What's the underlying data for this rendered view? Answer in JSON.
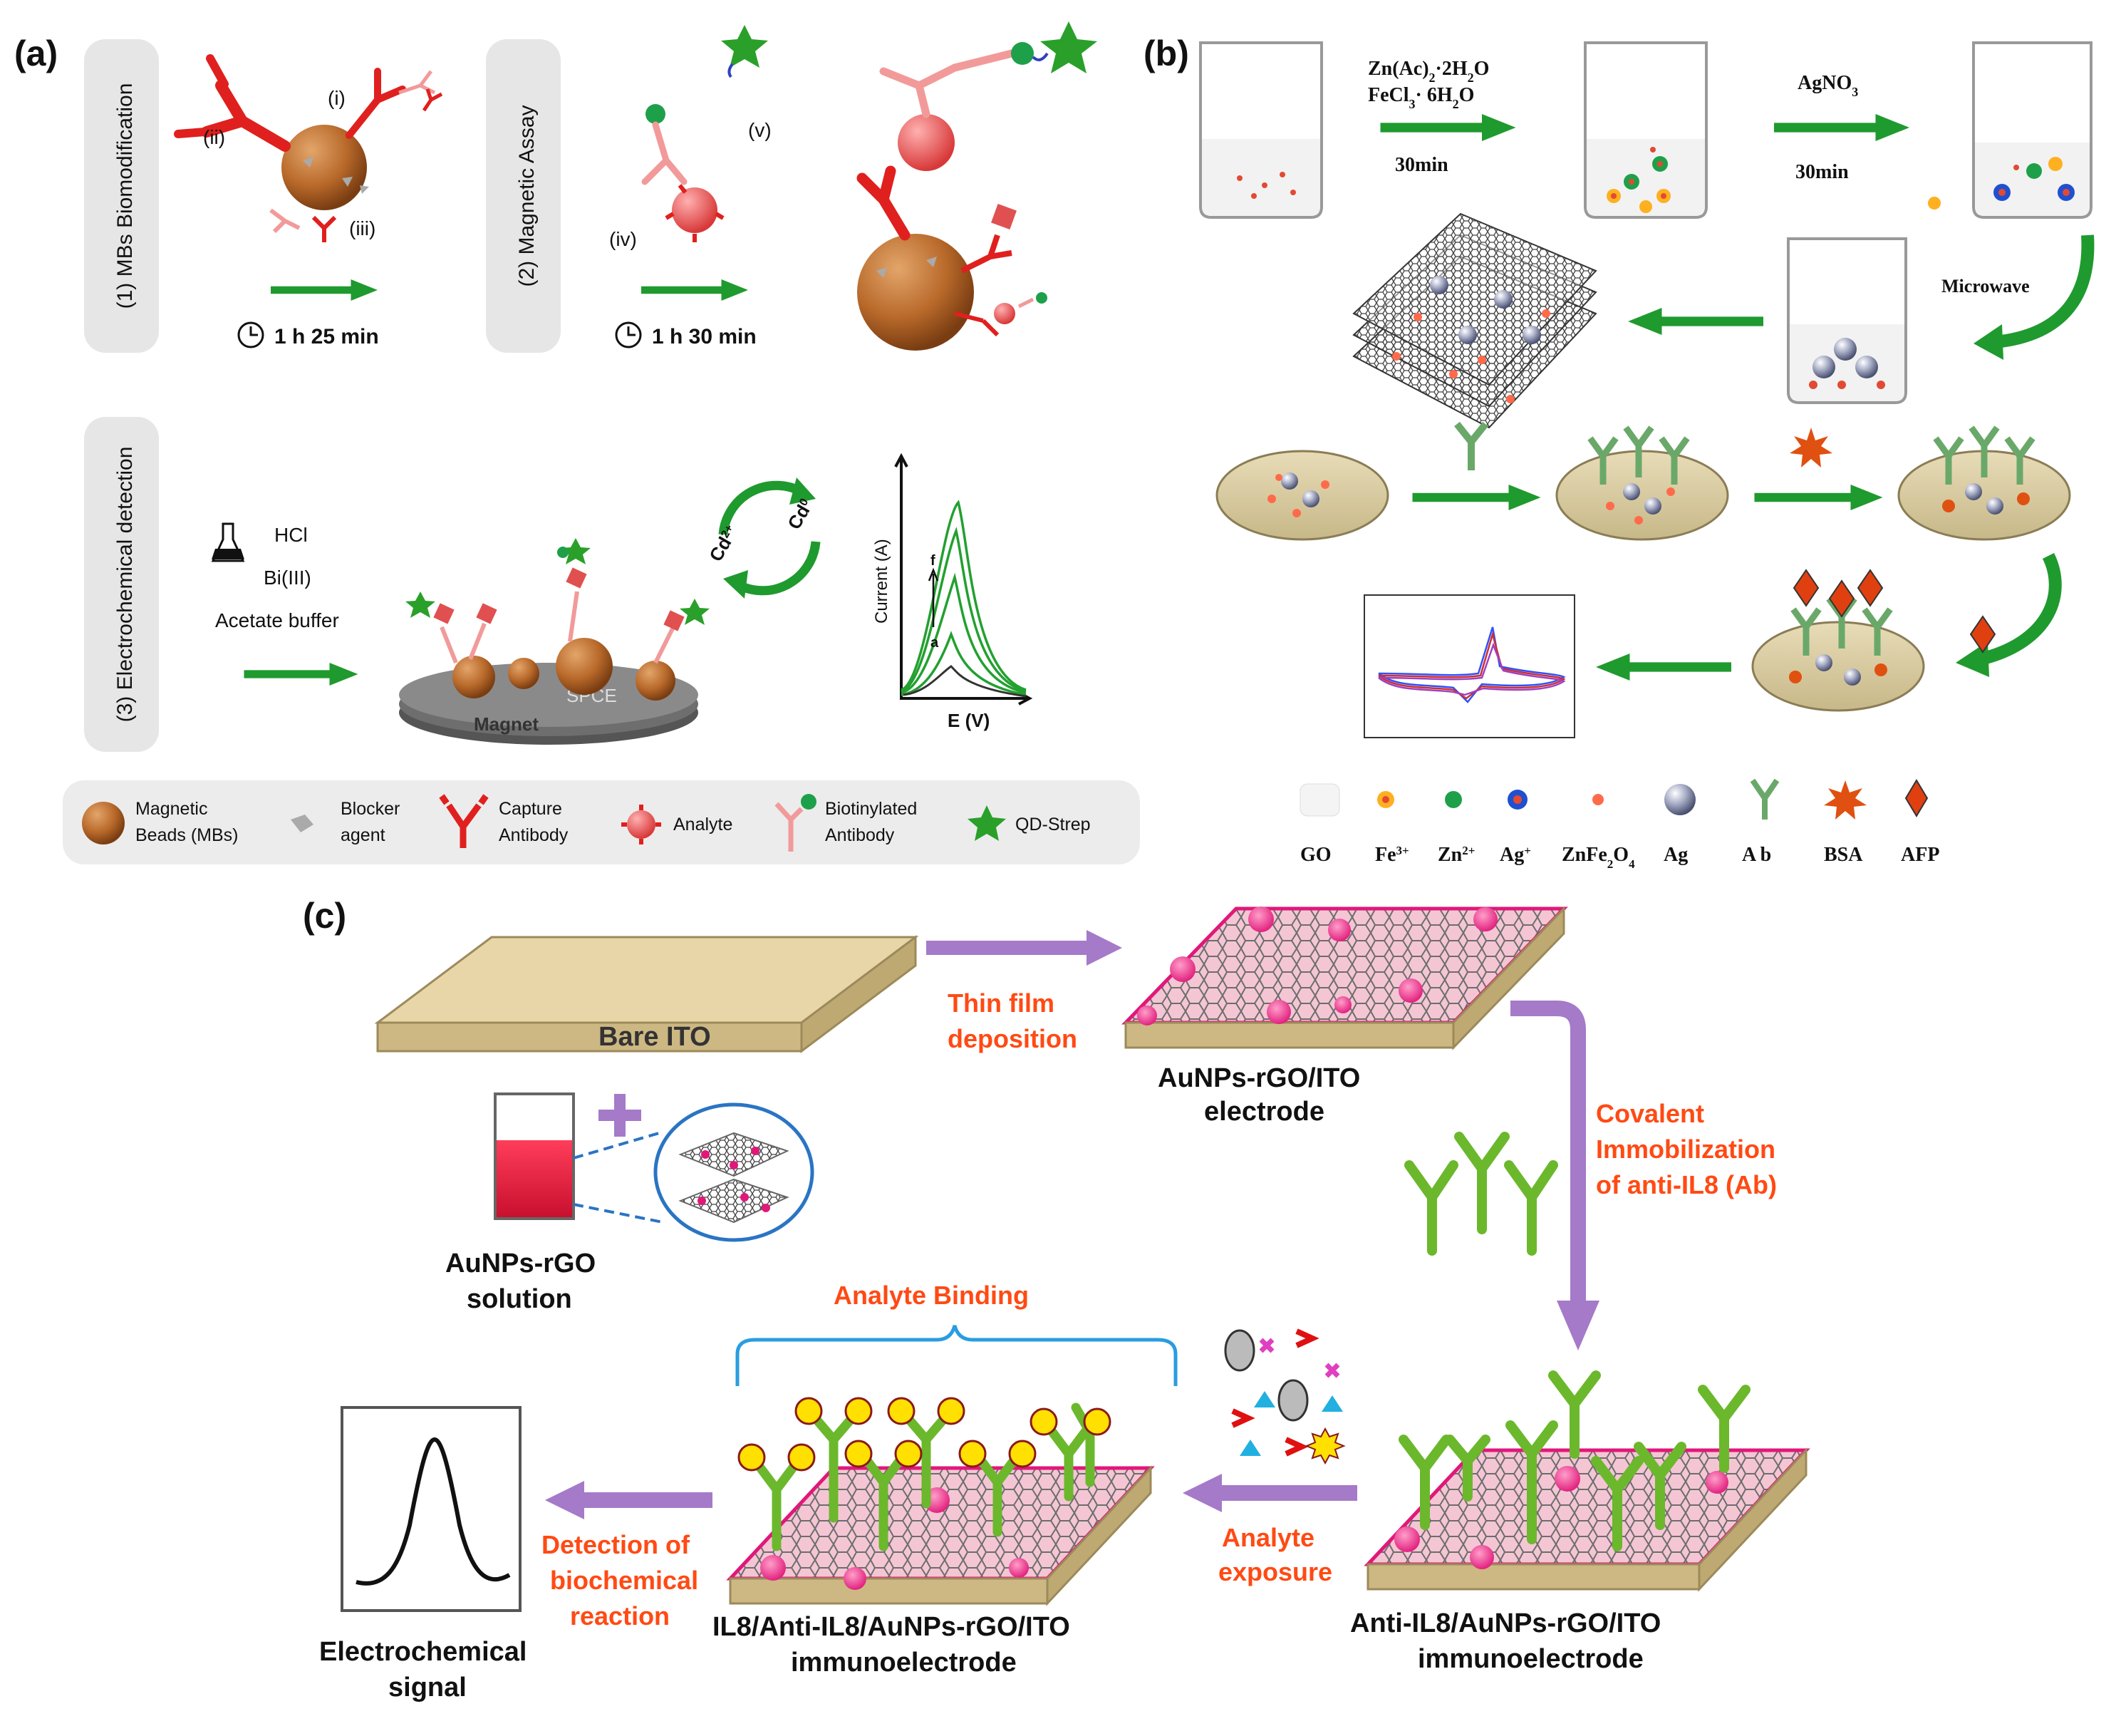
{
  "panels": {
    "a": {
      "label": "(a)",
      "step1": "(1) MBs Biomodification",
      "step2": "(2) Magnetic Assay",
      "step3": "(3) Electrochemical detection",
      "roman": [
        "(i)",
        "(ii)",
        "(iii)",
        "(iv)",
        "(v)"
      ],
      "time1": "1 h 25 min",
      "time2": "1 h 30 min",
      "reagents": [
        "HCl",
        "Bi(III)",
        "Acetate buffer"
      ],
      "spce": "SPCE",
      "magnet": "Magnet",
      "cd2": "Cd",
      "cd2_sup": "2+",
      "cd0": "Cd",
      "cd0_sup": "0",
      "ylabel": "Current (A)",
      "xlabel": "E (V)",
      "curve_f": "f",
      "curve_a": "a",
      "legend": {
        "mb": [
          "Magnetic",
          "Beads (MBs)"
        ],
        "blocker": [
          "Blocker",
          "agent"
        ],
        "capture": [
          "Capture",
          "Antibody"
        ],
        "analyte": "Analyte",
        "biotin": [
          "Biotinylated",
          "Antibody"
        ],
        "qd": "QD-Strep"
      }
    },
    "b": {
      "label": "(b)",
      "reagent1a": "Zn(Ac)",
      "reagent1a_sub": "2",
      "reagent1a_tail": "·2H",
      "reagent1a_sub2": "2",
      "reagent1a_tail2": "O",
      "reagent1b": "FeCl",
      "reagent1b_sub": "3",
      "reagent1b_tail": "· 6H",
      "reagent1b_sub2": "2",
      "reagent1b_tail2": "O",
      "time1": "30min",
      "reagent2": "AgNO",
      "reagent2_sub": "3",
      "time2": "30min",
      "microwave": "Microwave",
      "legend": [
        "GO",
        "Fe",
        "Zn",
        "Ag",
        "ZnFe",
        "Ag",
        "A b",
        "BSA",
        "AFP"
      ],
      "legend_sup": [
        "",
        "3+",
        "2+",
        "+",
        "",
        "",
        "",
        "",
        ""
      ],
      "znfe_sub1": "2",
      "znfe_mid": "O",
      "znfe_sub2": "4"
    },
    "c": {
      "label": "(c)",
      "bare_ito": "Bare ITO",
      "thin_film": [
        "Thin film",
        "deposition"
      ],
      "aunps_electrode": [
        "AuNPs-rGO/ITO",
        "electrode"
      ],
      "covalent": [
        "Covalent",
        "Immobilization",
        "of anti-IL8 (Ab)"
      ],
      "solution": [
        "AuNPs-rGO",
        "solution"
      ],
      "analyte_binding": "Analyte Binding",
      "analyte_exposure": [
        "Analyte",
        "exposure"
      ],
      "detection": [
        "Detection of",
        "biochemical",
        "reaction"
      ],
      "signal": [
        "Electrochemical",
        "signal"
      ],
      "il8_electrode": [
        "IL8/Anti-IL8/AuNPs-rGO/ITO",
        "immunoelectrode"
      ],
      "anti_electrode": [
        "Anti-IL8/AuNPs-rGO/ITO",
        "immunoelectrode"
      ]
    }
  },
  "colors": {
    "arrow_green": "#1f9a2e",
    "arrow_purple": "#a57ac9",
    "orange_text": "#ff4a14",
    "bead": "#b8692a",
    "antibody_red": "#e0201e",
    "antibody_pink": "#f29a9a",
    "ab_green": "#5aa02c",
    "plate_pink": "#f4c6d4",
    "ito_tan": "#e8d6a8"
  }
}
